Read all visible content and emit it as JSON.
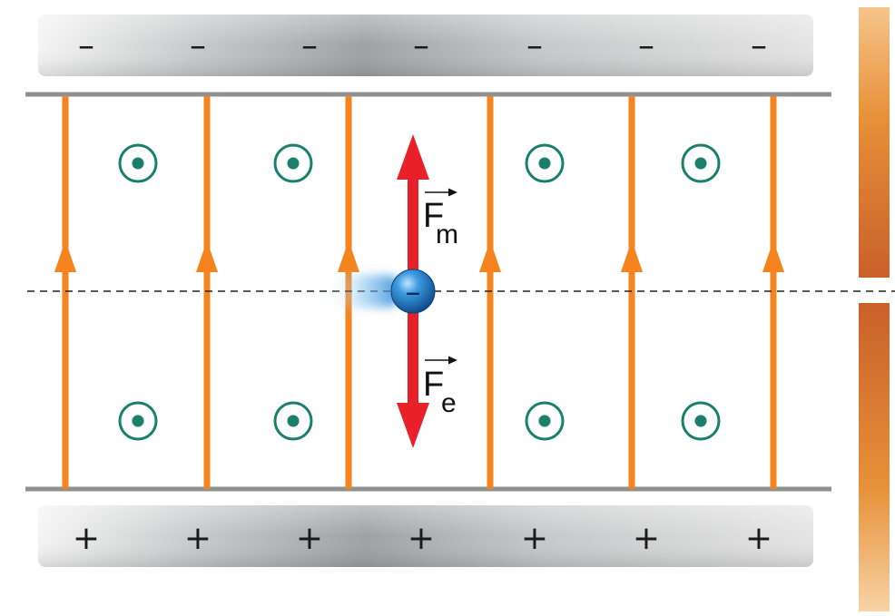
{
  "top_plate": {
    "charge_symbol": "–",
    "charge_count": 7
  },
  "bottom_plate": {
    "charge_symbol": "+",
    "charge_count": 7
  },
  "forces": {
    "magnetic": {
      "letter": "F",
      "subscript": "m"
    },
    "electric": {
      "letter": "F",
      "subscript": "e"
    }
  },
  "field_lines": {
    "count": 6,
    "direction": "up"
  },
  "magnetic_field_markers": {
    "count": 8,
    "direction": "out-of-page"
  },
  "particle": {
    "charge_symbol": "–"
  },
  "colors": {
    "field_line": "#f5841f",
    "force_arrow": "#e8202a",
    "b_marker": "#1a7f6b",
    "particle": "#1c6fb8",
    "plate": "#a8aaad",
    "bar_light": "#f6c48b",
    "bar_dark": "#c75f22"
  }
}
